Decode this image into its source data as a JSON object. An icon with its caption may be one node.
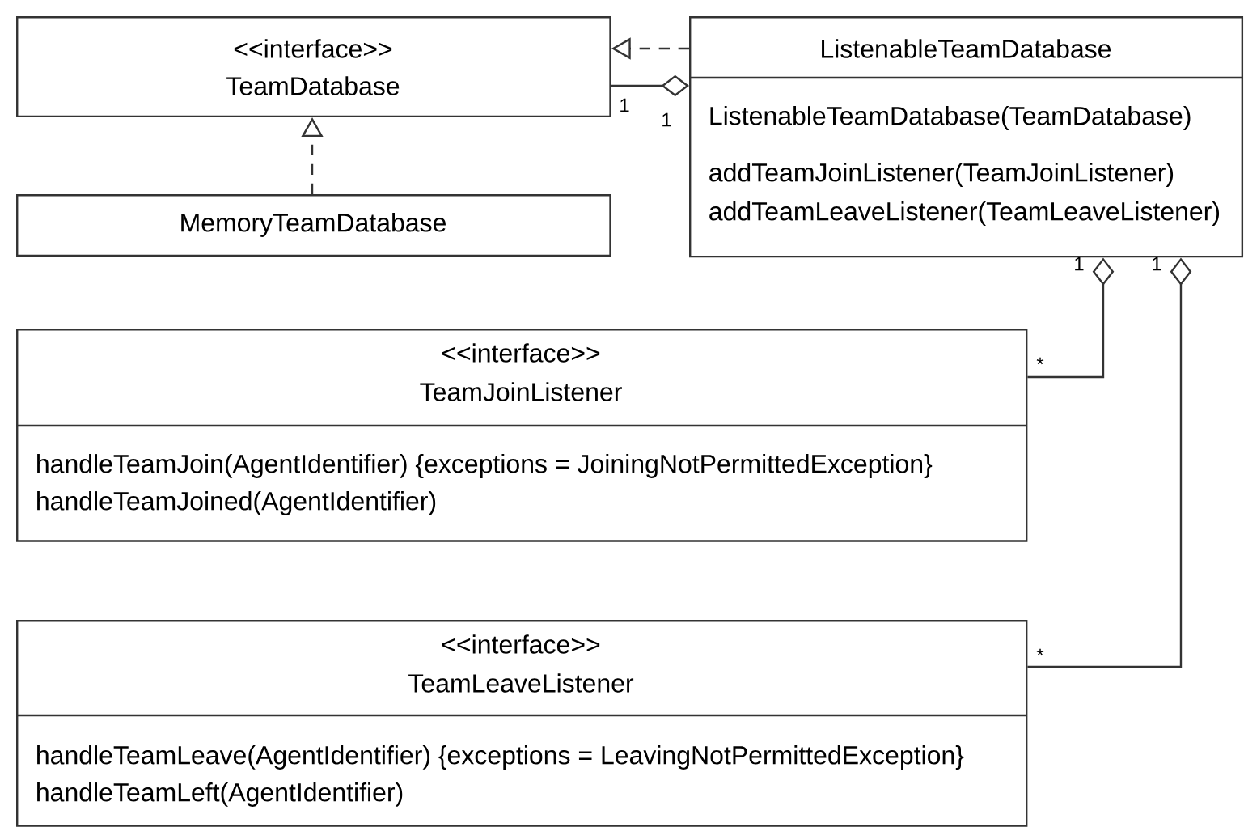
{
  "diagram": {
    "nodes": [
      {
        "text": [
          "<<interface>>",
          "TeamDatabase"
        ]
      },
      {
        "text": [
          "MemoryTeamDatabase"
        ]
      },
      {
        "text": [
          "ListenableTeamDatabase",
          "ListenableTeamDatabase(TeamDatabase)",
          "addTeamJoinListener(TeamJoinListener)",
          "addTeamLeaveListener(TeamLeaveListener)"
        ]
      },
      {
        "text": [
          "<<interface>>",
          "TeamJoinListener",
          "handleTeamJoin(AgentIdentifier) {exceptions = JoiningNotPermittedException}",
          "handleTeamJoined(AgentIdentifier)"
        ]
      },
      {
        "text": [
          "<<interface>>",
          "TeamLeaveListener",
          "handleTeamLeave(AgentIdentifier) {exceptions = LeavingNotPermittedException}",
          "handleTeamLeft(AgentIdentifier)"
        ]
      }
    ],
    "edges": [
      {
        "from": 1,
        "to": 0,
        "arrow": "to",
        "style": "dashed"
      },
      {
        "from": 2,
        "to": 0,
        "arrow": "to",
        "style": "dashed"
      },
      {
        "from": 2,
        "to": 0,
        "arrow": "other"
      },
      {
        "from": 2,
        "to": 3,
        "arrow": "other"
      },
      {
        "from": 2,
        "to": 4,
        "arrow": "other"
      }
    ],
    "labels": [
      "1",
      "1",
      "1",
      "1",
      "*",
      "*"
    ]
  }
}
